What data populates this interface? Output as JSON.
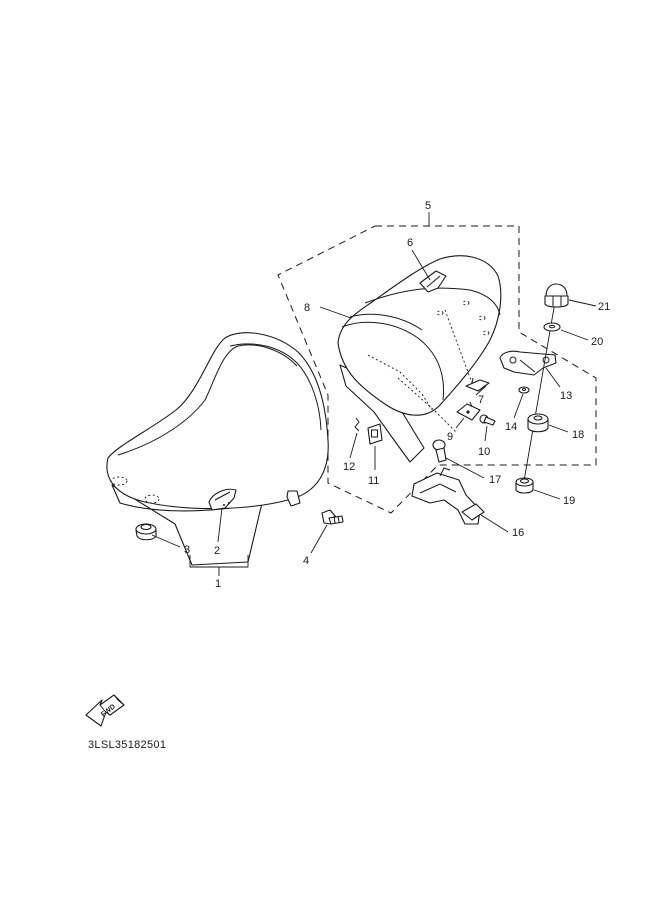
{
  "drawing_code": "3LSL35182501",
  "fwd_label": "FWD",
  "callouts": {
    "p1": "1",
    "p2": "2",
    "p3": "3",
    "p4": "4",
    "p5": "5",
    "p6": "6",
    "p7": "7",
    "p8": "8",
    "p9": "9",
    "p10": "10",
    "p11": "11",
    "p12": "12",
    "p13": "13",
    "p14": "14",
    "p16": "16",
    "p17": "17",
    "p18": "18",
    "p19": "19",
    "p20": "20",
    "p21": "21"
  }
}
